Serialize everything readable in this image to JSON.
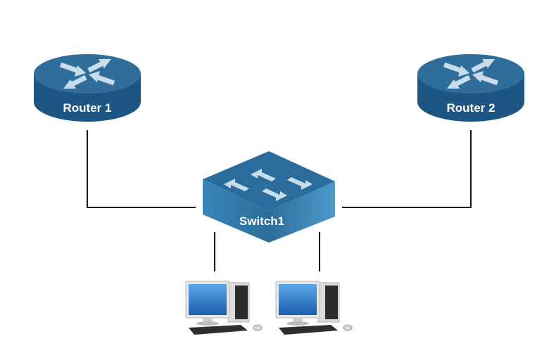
{
  "diagram": {
    "type": "network-topology",
    "nodes": [
      {
        "id": "router1",
        "kind": "router",
        "label": "Router 1"
      },
      {
        "id": "router2",
        "kind": "router",
        "label": "Router 2"
      },
      {
        "id": "switch1",
        "kind": "switch",
        "label": "Switch1"
      },
      {
        "id": "pc1",
        "kind": "desktop-computer",
        "label": ""
      },
      {
        "id": "pc2",
        "kind": "desktop-computer",
        "label": ""
      }
    ],
    "links": [
      {
        "from": "router1",
        "to": "switch1"
      },
      {
        "from": "router2",
        "to": "switch1"
      },
      {
        "from": "switch1",
        "to": "pc1"
      },
      {
        "from": "switch1",
        "to": "pc2"
      }
    ]
  },
  "colors": {
    "device_top": "#2f6e9a",
    "device_side": "#1d5583",
    "switch_front": "#3f8fc0",
    "arrow": "#c9dcea",
    "link": "#1a1a1a",
    "screen": "#2a7fd0"
  }
}
